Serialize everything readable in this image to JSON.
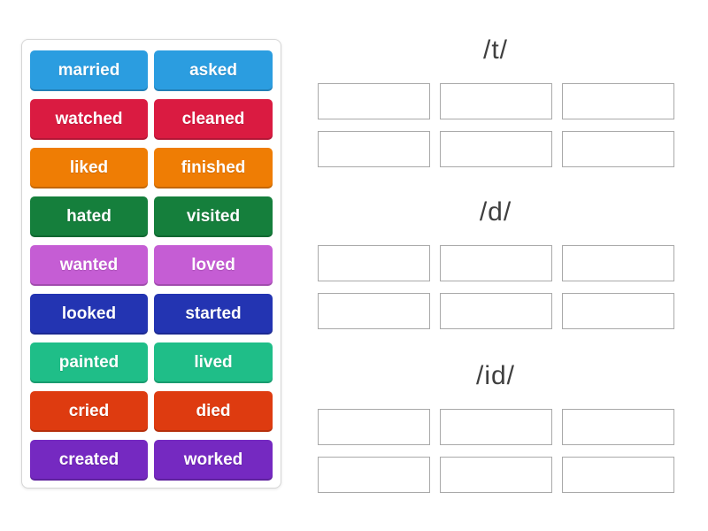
{
  "activity": {
    "type": "group-sort",
    "tile_text_color": "#ffffff",
    "header_text_color": "#3f3f3f",
    "slot_border_color": "#a9a9a9",
    "panel_border_color": "#d6d6d6"
  },
  "words_panel": {
    "tiles": [
      {
        "label": "married",
        "color": "#2b9de0"
      },
      {
        "label": "asked",
        "color": "#2b9de0"
      },
      {
        "label": "watched",
        "color": "#da1b41"
      },
      {
        "label": "cleaned",
        "color": "#da1b41"
      },
      {
        "label": "liked",
        "color": "#ef7d04"
      },
      {
        "label": "finished",
        "color": "#ef7d04"
      },
      {
        "label": "hated",
        "color": "#157f3c"
      },
      {
        "label": "visited",
        "color": "#157f3c"
      },
      {
        "label": "wanted",
        "color": "#c55dd4"
      },
      {
        "label": "loved",
        "color": "#c55dd4"
      },
      {
        "label": "looked",
        "color": "#2334b2"
      },
      {
        "label": "started",
        "color": "#2334b2"
      },
      {
        "label": "painted",
        "color": "#1fbe88"
      },
      {
        "label": "lived",
        "color": "#1fbe88"
      },
      {
        "label": "cried",
        "color": "#de3b10"
      },
      {
        "label": "died",
        "color": "#de3b10"
      },
      {
        "label": "created",
        "color": "#7529c1"
      },
      {
        "label": "worked",
        "color": "#7529c1"
      }
    ]
  },
  "groups": [
    {
      "id": "t",
      "label": "/t/",
      "slots": 6
    },
    {
      "id": "d",
      "label": "/d/",
      "slots": 6
    },
    {
      "id": "id",
      "label": "/id/",
      "slots": 6
    }
  ]
}
